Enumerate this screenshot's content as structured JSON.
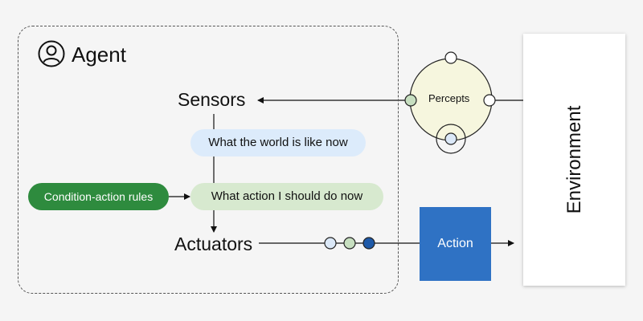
{
  "agent": {
    "title": "Agent",
    "icon": "user-circle-icon"
  },
  "nodes": {
    "sensors": "Sensors",
    "world_state": "What the world is like now",
    "decision": "What action I should do now",
    "rules": "Condition-action rules",
    "actuators": "Actuators",
    "percepts": "Percepts",
    "action": "Action",
    "environment": "Environment"
  },
  "colors": {
    "background": "#f5f5f5",
    "world_pill": "#dcebfb",
    "decision_pill": "#d7e9cf",
    "rules_pill": "#2e8b3e",
    "action_box": "#2f72c4",
    "percepts_circle": "#f6f6de",
    "green_dot": "#c7dfc0",
    "blue_dot": "#dbe8f7",
    "dark_blue_dot": "#1f5aa8"
  }
}
